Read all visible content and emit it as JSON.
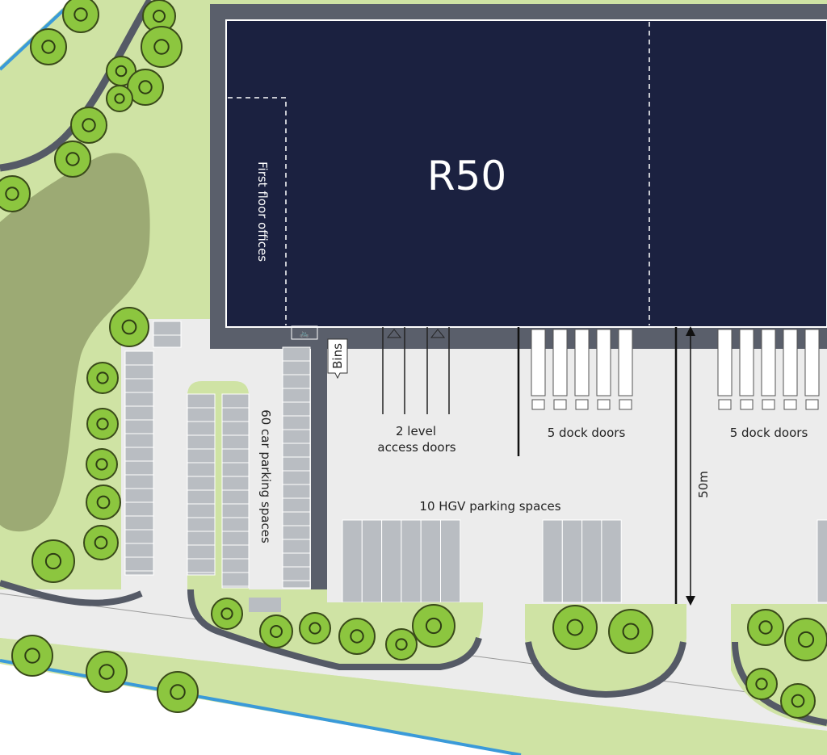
{
  "building": {
    "name": "R50",
    "offices_label": "First floor offices"
  },
  "labels": {
    "car_parking": "60 car parking spaces",
    "level_doors_line1": "2 level",
    "level_doors_line2": "access doors",
    "dock_doors_left": "5 dock doors",
    "dock_doors_right": "5 dock doors",
    "hgv_parking": "10 HGV parking spaces",
    "dimension": "50m",
    "bins": "Bins"
  },
  "colors": {
    "building": "#1b2140",
    "grass": "#cfe3a4",
    "lake": "#9caa74",
    "paving": "#ececec",
    "kerb": "#555a66",
    "parking_bay": "#b9bdc2",
    "tree": "#8cc63f",
    "boundary": "#3a9ad9"
  }
}
